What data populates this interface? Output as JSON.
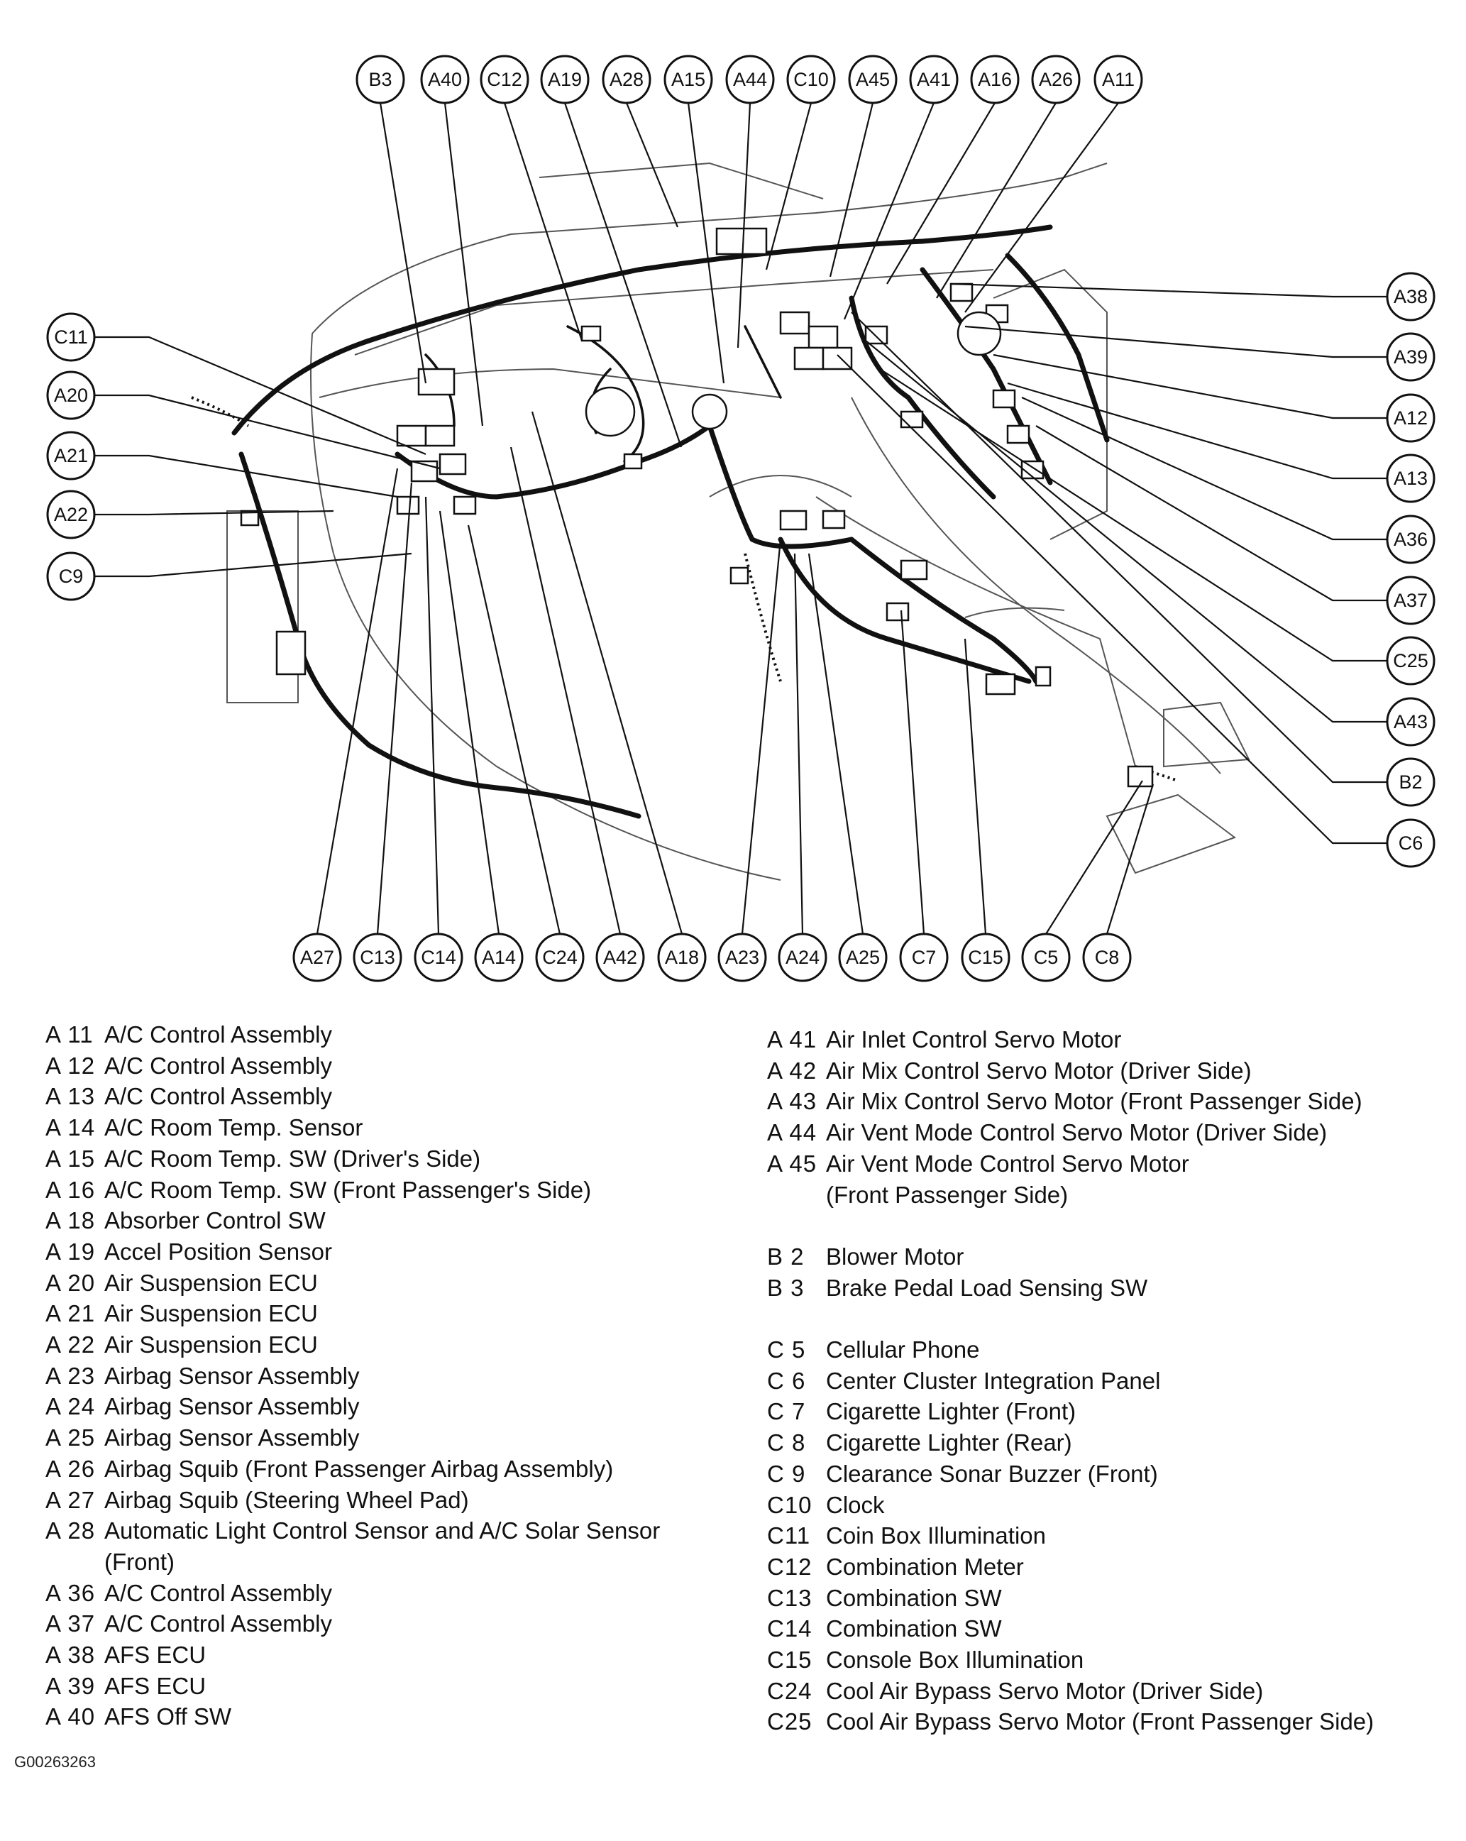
{
  "callouts_top": [
    "B3",
    "A40",
    "C12",
    "A19",
    "A28",
    "A15",
    "A44",
    "C10",
    "A45",
    "A41",
    "A16",
    "A26",
    "A11"
  ],
  "callouts_left": [
    "C11",
    "A20",
    "A21",
    "A22",
    "C9"
  ],
  "callouts_right": [
    "A38",
    "A39",
    "A12",
    "A13",
    "A36",
    "A37",
    "C25",
    "A43",
    "B2",
    "C6"
  ],
  "callouts_bottom": [
    "A27",
    "C13",
    "C14",
    "A14",
    "C24",
    "A42",
    "A18",
    "A23",
    "A24",
    "A25",
    "C7",
    "C15",
    "C5",
    "C8"
  ],
  "legend_left": [
    {
      "code": "A 11",
      "name": "A/C Control Assembly"
    },
    {
      "code": "A 12",
      "name": "A/C Control Assembly"
    },
    {
      "code": "A 13",
      "name": "A/C Control Assembly"
    },
    {
      "code": "A 14",
      "name": "A/C Room Temp. Sensor"
    },
    {
      "code": "A 15",
      "name": "A/C Room Temp. SW (Driver's Side)"
    },
    {
      "code": "A 16",
      "name": "A/C Room Temp. SW (Front Passenger's Side)"
    },
    {
      "code": "A 18",
      "name": "Absorber Control SW"
    },
    {
      "code": "A 19",
      "name": "Accel Position Sensor"
    },
    {
      "code": "A 20",
      "name": "Air Suspension ECU"
    },
    {
      "code": "A 21",
      "name": "Air Suspension ECU"
    },
    {
      "code": "A 22",
      "name": "Air Suspension ECU"
    },
    {
      "code": "A 23",
      "name": "Airbag Sensor Assembly"
    },
    {
      "code": "A 24",
      "name": "Airbag Sensor Assembly"
    },
    {
      "code": "A 25",
      "name": "Airbag Sensor Assembly"
    },
    {
      "code": "A 26",
      "name": "Airbag Squib (Front Passenger Airbag Assembly)"
    },
    {
      "code": "A 27",
      "name": "Airbag Squib (Steering Wheel Pad)"
    },
    {
      "code": "A 28",
      "name": "Automatic Light Control Sensor and A/C Solar Sensor",
      "cont": "(Front)"
    },
    {
      "code": "A 36",
      "name": "A/C Control Assembly"
    },
    {
      "code": "A 37",
      "name": "A/C Control Assembly"
    },
    {
      "code": "A 38",
      "name": "AFS ECU"
    },
    {
      "code": "A 39",
      "name": "AFS ECU"
    },
    {
      "code": "A 40",
      "name": "AFS Off SW"
    }
  ],
  "legend_right_a": [
    {
      "code": "A 41",
      "name": "Air Inlet Control Servo Motor"
    },
    {
      "code": "A 42",
      "name": "Air Mix Control Servo Motor (Driver Side)"
    },
    {
      "code": "A 43",
      "name": "Air Mix Control Servo Motor (Front Passenger Side)"
    },
    {
      "code": "A 44",
      "name": "Air Vent Mode Control Servo Motor (Driver Side)"
    },
    {
      "code": "A 45",
      "name": "Air Vent Mode Control Servo Motor",
      "cont": "(Front Passenger Side)"
    }
  ],
  "legend_right_b": [
    {
      "code": "B  2",
      "name": "Blower Motor"
    },
    {
      "code": "B  3",
      "name": "Brake Pedal Load Sensing SW"
    }
  ],
  "legend_right_c": [
    {
      "code": "C  5",
      "name": "Cellular Phone"
    },
    {
      "code": "C  6",
      "name": "Center Cluster Integration Panel"
    },
    {
      "code": "C  7",
      "name": "Cigarette Lighter (Front)"
    },
    {
      "code": "C  8",
      "name": "Cigarette Lighter (Rear)"
    },
    {
      "code": "C  9",
      "name": "Clearance Sonar Buzzer (Front)"
    },
    {
      "code": "C10",
      "name": "Clock"
    },
    {
      "code": "C11",
      "name": "Coin Box Illumination"
    },
    {
      "code": "C12",
      "name": "Combination Meter"
    },
    {
      "code": "C13",
      "name": "Combination SW"
    },
    {
      "code": "C14",
      "name": "Combination SW"
    },
    {
      "code": "C15",
      "name": "Console Box Illumination"
    },
    {
      "code": "C24",
      "name": "Cool Air Bypass Servo Motor (Driver Side)"
    },
    {
      "code": "C25",
      "name": "Cool Air Bypass Servo Motor (Front Passenger Side)"
    }
  ],
  "figure_id": "G00263263"
}
